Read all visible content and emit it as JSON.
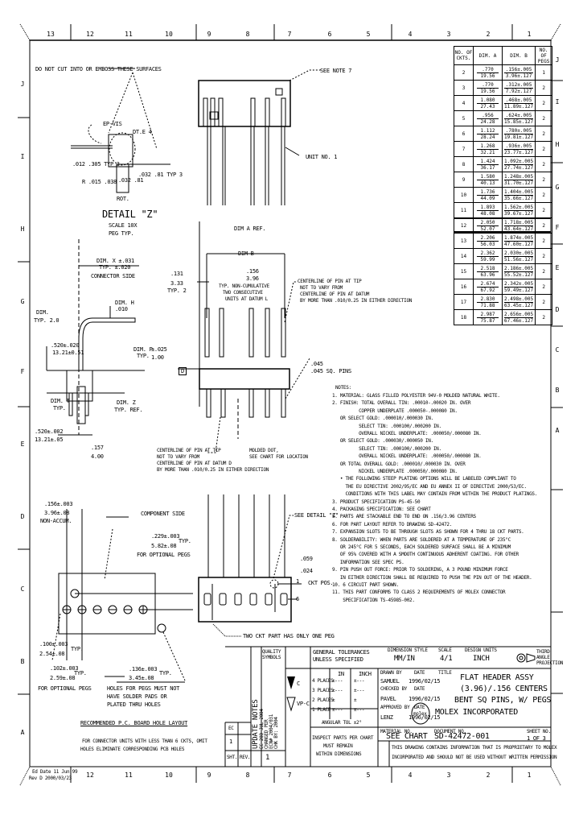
{
  "border": {
    "top_zones": [
      "13",
      "12",
      "11",
      "10",
      "9",
      "8",
      "7",
      "6",
      "5",
      "4",
      "3",
      "2",
      "1"
    ],
    "bottom_zones": [
      "12",
      "11",
      "10",
      "9",
      "8",
      "7",
      "6",
      "5",
      "4",
      "3",
      "2",
      "1"
    ],
    "right_zones": [
      "J",
      "I",
      "H",
      "G",
      "F",
      "E",
      "D",
      "C",
      "B",
      "A"
    ],
    "left_zones": [
      "J",
      "I",
      "H",
      "G",
      "F",
      "E",
      "D",
      "C",
      "B",
      "A"
    ],
    "bottom_left_stamp": {
      "line1": "Ed Date 11 Jun 99",
      "line2": "Rev D 2000/03/23"
    }
  },
  "chart_table": {
    "headers": [
      "NO. OF CKTS.",
      "DIM. A",
      "DIM. B",
      "NO. OF PEGS"
    ],
    "rows": [
      {
        "ckts": "2",
        "dim_a": [
          ".770",
          "19.56"
        ],
        "dim_b": [
          ".156±.005",
          "3.96±.127"
        ],
        "pegs": "1"
      },
      {
        "ckts": "3",
        "dim_a": [
          ".770",
          "19.56"
        ],
        "dim_b": [
          ".312±.005",
          "7.92±.127"
        ],
        "pegs": "2"
      },
      {
        "ckts": "4",
        "dim_a": [
          "1.080",
          "27.43"
        ],
        "dim_b": [
          ".468±.005",
          "11.89±.127"
        ],
        "pegs": "2"
      },
      {
        "ckts": "5",
        "dim_a": [
          ".956",
          "24.28"
        ],
        "dim_b": [
          ".624±.005",
          "15.85±.127"
        ],
        "pegs": "2"
      },
      {
        "ckts": "6",
        "dim_a": [
          "1.112",
          "28.24"
        ],
        "dim_b": [
          ".780±.005",
          "19.81±.127"
        ],
        "pegs": "2"
      },
      {
        "ckts": "7",
        "dim_a": [
          "1.268",
          "32.21"
        ],
        "dim_b": [
          ".936±.005",
          "23.77±.127"
        ],
        "pegs": "2"
      },
      {
        "ckts": "8",
        "dim_a": [
          "1.424",
          "36.17"
        ],
        "dim_b": [
          "1.092±.005",
          "27.74±.127"
        ],
        "pegs": "2"
      },
      {
        "ckts": "9",
        "dim_a": [
          "1.580",
          "40.13"
        ],
        "dim_b": [
          "1.248±.005",
          "31.70±.127"
        ],
        "pegs": "2"
      },
      {
        "ckts": "10",
        "dim_a": [
          "1.736",
          "44.09"
        ],
        "dim_b": [
          "1.404±.005",
          "35.66±.127"
        ],
        "pegs": "2"
      },
      {
        "ckts": "11",
        "dim_a": [
          "1.893",
          "48.08"
        ],
        "dim_b": [
          "1.562±.005",
          "39.67±.127"
        ],
        "pegs": "2"
      },
      {
        "ckts": "12",
        "dim_a": [
          "2.050",
          "52.07"
        ],
        "dim_b": [
          "1.718±.005",
          "43.64±.127"
        ],
        "pegs": "2"
      },
      {
        "ckts": "13",
        "dim_a": [
          "2.206",
          "56.03"
        ],
        "dim_b": [
          "1.874±.005",
          "47.60±.127"
        ],
        "pegs": "2"
      },
      {
        "ckts": "14",
        "dim_a": [
          "2.362",
          "59.99"
        ],
        "dim_b": [
          "2.030±.005",
          "51.56±.127"
        ],
        "pegs": "2"
      },
      {
        "ckts": "15",
        "dim_a": [
          "2.518",
          "63.96"
        ],
        "dim_b": [
          "2.186±.005",
          "55.52±.127"
        ],
        "pegs": "2"
      },
      {
        "ckts": "16",
        "dim_a": [
          "2.674",
          "67.92"
        ],
        "dim_b": [
          "2.342±.005",
          "59.49±.127"
        ],
        "pegs": "2"
      },
      {
        "ckts": "17",
        "dim_a": [
          "2.830",
          "71.88"
        ],
        "dim_b": [
          "2.498±.005",
          "63.45±.127"
        ],
        "pegs": "2"
      },
      {
        "ckts": "18",
        "dim_a": [
          "2.987",
          "75.87"
        ],
        "dim_b": [
          "2.656±.005",
          "67.46±.127"
        ],
        "pegs": "2"
      }
    ]
  },
  "detail_z": {
    "note": "DO NOT CUT INTO OR EMBOSS THESE SURFACES",
    "labels": [
      "EP-VIS",
      "DT.E 4",
      ".012 .305 TYP 3",
      "R .015 .038",
      ".032 .81",
      ".032 .81 TYP 3",
      "ROT."
    ],
    "title": "DETAIL \"Z\"",
    "scale": "SCALE 10X",
    "sub": "PEG TYP."
  },
  "top_view": {
    "see_note": "SEE NOTE 7",
    "label": "UNIT NO. 1",
    "dim_a": "DIM A REF."
  },
  "front_view": {
    "dim_b": "DIM B",
    "pitch": [
      ".156",
      "3.96"
    ],
    "pitch_note": [
      "TYP. NON-CUMULATIVE",
      "TWO CONSECUTIVE",
      "UNITS AT DATUM L"
    ],
    "left_dim": [
      ".131",
      "3.33",
      "TYP. 2"
    ],
    "centerline_note": [
      "CENTERLINE OF PIN AT TIP",
      "NOT TO VARY FROM",
      "CENTERLINE OF PIN AT DATUM",
      "BY MORE THAN .010/0.25 IN EITHER DIRECTION"
    ],
    "pins": [
      ".045",
      ".045 SQ. PINS"
    ],
    "datum": "D",
    "bottom_left_note": [
      "CENTERLINE OF PIN AT TIP",
      "NOT TO VARY FROM",
      "CENTERLINE OF PIN AT DATUM D",
      "BY MORE THAN .010/0.25 IN EITHER DIRECTION"
    ],
    "bottom_right_note": [
      "MOLDED DOT,",
      "SEE CHART FOR LOCATION"
    ]
  },
  "side_view": {
    "dim_x": [
      "DIM. X ±.031",
      "TYP. ±.020",
      "CONNECTOR SIDE"
    ],
    "dim_h": [
      "DIM. H",
      ".010"
    ],
    "dim_y": [
      "DIM.",
      "TYP. 2.0"
    ],
    "tail": [
      ".520±.020",
      "13.21±0.51"
    ],
    "dim_p": [
      "DIM. P",
      "TYP.",
      "±.025",
      "1.00"
    ],
    "dim_t": [
      "DIM. T",
      "TYP."
    ],
    "dim_z": [
      "DIM. Z",
      "TYP. REF."
    ],
    "bottom": [
      ".520±.002",
      "13.21±.05"
    ],
    "peg": [
      ".157",
      "4.00"
    ]
  },
  "pcb_layout": {
    "top_dim": [
      ".156±.003",
      "3.96±.08",
      "NON-ACCUM."
    ],
    "comp_side": "COMPONENT SIDE",
    "peg_spacing": [
      ".229±.003",
      "5.82±.08",
      "FOR OPTIONAL PEGS",
      "TYP."
    ],
    "hole_dia": [
      ".100±.003",
      "2.54±.08",
      "TYP."
    ],
    "peg_hole": [
      ".102±.003",
      "2.59±.08",
      "FOR OPTIONAL PEGS",
      "TYP."
    ],
    "hold_hole": [
      ".136±.003",
      "3.45±.08",
      "TYP."
    ],
    "hold_note": [
      "HOLES FOR PEGS MUST NOT",
      "HAVE SOLDER PADS OR",
      "PLATED THRU HOLES"
    ],
    "title": "RECOMMENDED P.C. BOARD HOLE LAYOUT",
    "sub": [
      "FOR CONNECTOR UNITS WITH LESS THAN 6 CKTS, OMIT",
      "HOLES ELIMINATE CORRESPONDING PCB HOLES"
    ]
  },
  "bottom_view": {
    "see_detail": "SEE DETAIL \"Z\"",
    "dim": [
      ".059",
      ".024"
    ],
    "ckt": "CKT POS.",
    "note": "TWO CKT PART HAS ONLY ONE PEG",
    "ckt_labels": [
      "1",
      "6"
    ]
  },
  "notes": {
    "header": "NOTES:",
    "lines": [
      "1. MATERIAL: GLASS FILLED POLYESTER 94V-0 MOLDED NATURAL WHITE.",
      "2. FINISH: TOTAL OVERALL TIN: .00010-.00020 IN. OVER",
      "          COPPER UNDERPLATE .000050-.000080 IN.",
      "   OR SELECT GOLD: .000010/.000030 IN.",
      "          SELECT TIN: .000100/.000200 IN.",
      "          OVERALL NICKEL UNDERPLATE: .000050/.000080 IN.",
      "   OR SELECT GOLD: .000030/.000050 IN.",
      "          SELECT TIN: .000100/.000200 IN.",
      "          OVERALL NICKEL UNDERPLATE: .000050/.000080 IN.",
      "   OR TOTAL OVERALL GOLD: .000010/.000030 IN. OVER",
      "          NICKEL UNDERPLATE .000050/.000080 IN.",
      "   • THE FOLLOWING STEEP PLATING OPTIONS WILL BE LABELED COMPLIANT TO",
      "     THE EU DIRECTIVE 2002/95/EC AND EU ANNEX II OF DIRECTIVE 2000/53/EC.",
      "     CONDITIONS WITH THIS LABEL MAY CONTAIN FROM WITHIN THE PRODUCT PLATINGS.",
      "3. PRODUCT SPECIFICATION PS-45-50",
      "4. PACKAGING SPECIFICATION: SEE CHART",
      "5. PARTS ARE STACKABLE END TO END ON .156/3.96 CENTERS",
      "6. FOR PART LAYOUT REFER TO DRAWING SD-42472.",
      "7. EXPANSION SLOTS TO BE THROUGH SLOTS AS SHOWN FOR 4 THRU 18 CKT PARTS.",
      "8. SOLDERABILITY: WHEN PARTS ARE SOLDERED AT A TEMPERATURE OF 235°C",
      "   OR 245°C FOR 5 SECONDS, EACH SOLDERED SURFACE SHALL BE A MINIMUM",
      "   OF 95% COVERED WITH A SMOOTH CONTINUOUS ADHERENT COATING. FOR OTHER",
      "   INFORMATION SEE SPEC PS.",
      "9. PIN PUSH OUT FORCE: PRIOR TO SOLDERING, A 3 POUND MINIMUM FORCE",
      "   IN EITHER DIRECTION SHALL BE REQUIRED TO PUSH THE PIN OUT OF THE HEADER.",
      "10. 6 CIRCUIT PART SHOWN.",
      "11. THIS PART CONFORMS TO CLASS 2 REQUIREMENTS OF MOLEX CONNECTOR",
      "    SPECIFICATION TS-45985-002."
    ]
  },
  "title_block": {
    "gen_tol_title": "GENERAL TOLERANCES",
    "gen_tol_sub": "UNLESS SPECIFIED",
    "col_in": "IN",
    "col_inch": "INCH",
    "tol_rows": [
      {
        "label": "4 PLACES",
        "in": "±---",
        "inch": "±---"
      },
      {
        "label": "3 PLACES",
        "in": "±---",
        "inch": "±---"
      },
      {
        "label": "2 PLACES",
        "in": "±",
        "inch": "±"
      },
      {
        "label": "1 PLACE",
        "in": "±---",
        "inch": "±---"
      }
    ],
    "angular": "ANGULAR TOL ±2°",
    "quality_symbols_label": "QUALITY SYMBOLS",
    "quality_symbol_1": "C",
    "quality_symbol_2": "VP-C",
    "dimension_style_label": "DIMENSION STYLE",
    "dimension_style": "MM/IN",
    "scale_label": "SCALE",
    "scale": "4/1",
    "design_units_label": "DESIGN UNITS",
    "design_units": "INCH",
    "projection": "THIRD ANGLE PROJECTION",
    "drawn_by_label": "DRAWN BY",
    "drawn_by": "SAMUEL",
    "drawn_date_label": "DATE",
    "drawn_date": "1996/02/15",
    "checked_by_label": "CHECKED BY",
    "checked_by": "PAVEL",
    "checked_date_label": "DATE",
    "checked_date": "1996/02/15",
    "approved_by_label": "APPROVED BY",
    "approved_by": "LENZ",
    "approved_date_label": "DATE",
    "approved_date": "1996/02/15",
    "title_label": "TITLE",
    "title_lines": [
      "FLAT HEADER ASSY",
      "(3.96)/.156 CENTERS",
      "BENT SQ PINS, W/ PEGS"
    ],
    "company_logo": "molex",
    "company": "MOLEX INCORPORATED",
    "material_label": "MATERIAL NO.",
    "material": "SEE CHART",
    "doc_label": "DOCUMENT NO.",
    "doc_no": "SD-42472-001",
    "sheet_label": "SHEET NO.",
    "sheet": "1 OF 3",
    "rev_note": [
      "INSPECT PARTS PER CHART",
      "MUST REMAIN",
      "WITHIN DIMENSIONS"
    ],
    "proprietary": [
      "THIS DRAWING CONTAINS INFORMATION THAT IS PROPRIETARY TO MOLEX",
      "INCORPORATED AND SHOULD NOT BE USED WITHOUT WRITTEN PERMISSION"
    ],
    "rev_block": {
      "ec_label": "EC",
      "sheet_val": "1",
      "rev_val": "",
      "sht_label": "SHT.",
      "rev_label": "REV.",
      "rev_no": "1"
    },
    "update_notes": [
      "UPDATE NOTES",
      "EC 203 JUL 2004",
      "CHANGED PER",
      "ECN# 2004/031",
      "CHK BY: 2004"
    ]
  }
}
